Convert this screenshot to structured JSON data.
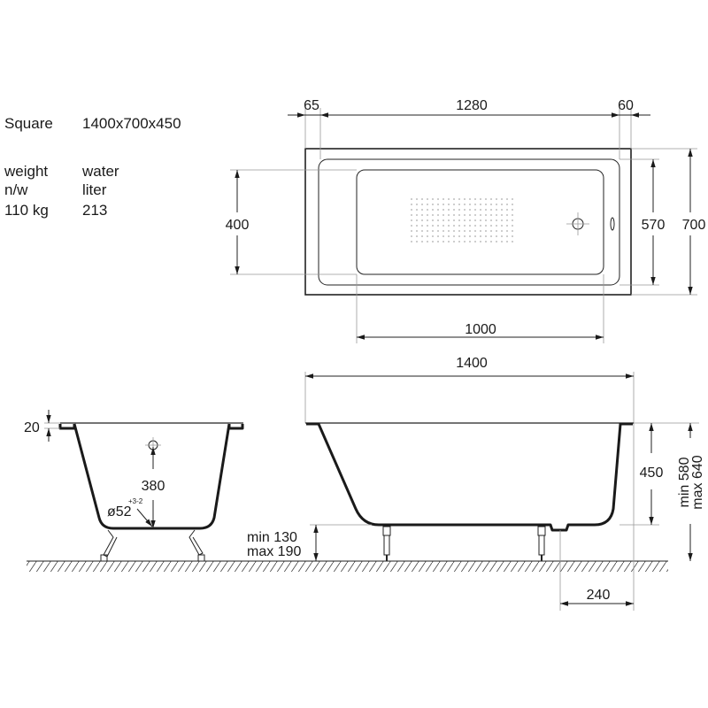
{
  "specs": {
    "model_label": "Square",
    "model_size": "1400x700x450",
    "weight_label": "weight",
    "nw_label": "n/w",
    "weight_value": "110 kg",
    "water_label": "water",
    "liter_label": "liter",
    "water_value": "213"
  },
  "top_view": {
    "dim_left_offset": "65",
    "dim_inner_length": "1280",
    "dim_right_offset": "60",
    "dim_basin_width": "400",
    "dim_inner_width": "570",
    "dim_total_width": "700",
    "dim_basin_length": "1000"
  },
  "side_view": {
    "dim_total_length": "1400",
    "dim_depth": "450",
    "dim_height_min": "min 580",
    "dim_height_max": "max 640",
    "dim_leg_min": "min 130",
    "dim_leg_max": "max 190",
    "dim_drain_offset": "240"
  },
  "end_view": {
    "dim_rim": "20",
    "dim_overflow_height": "380",
    "dim_drain_diameter": "ø52",
    "dim_drain_tolerance": "+3-2"
  }
}
